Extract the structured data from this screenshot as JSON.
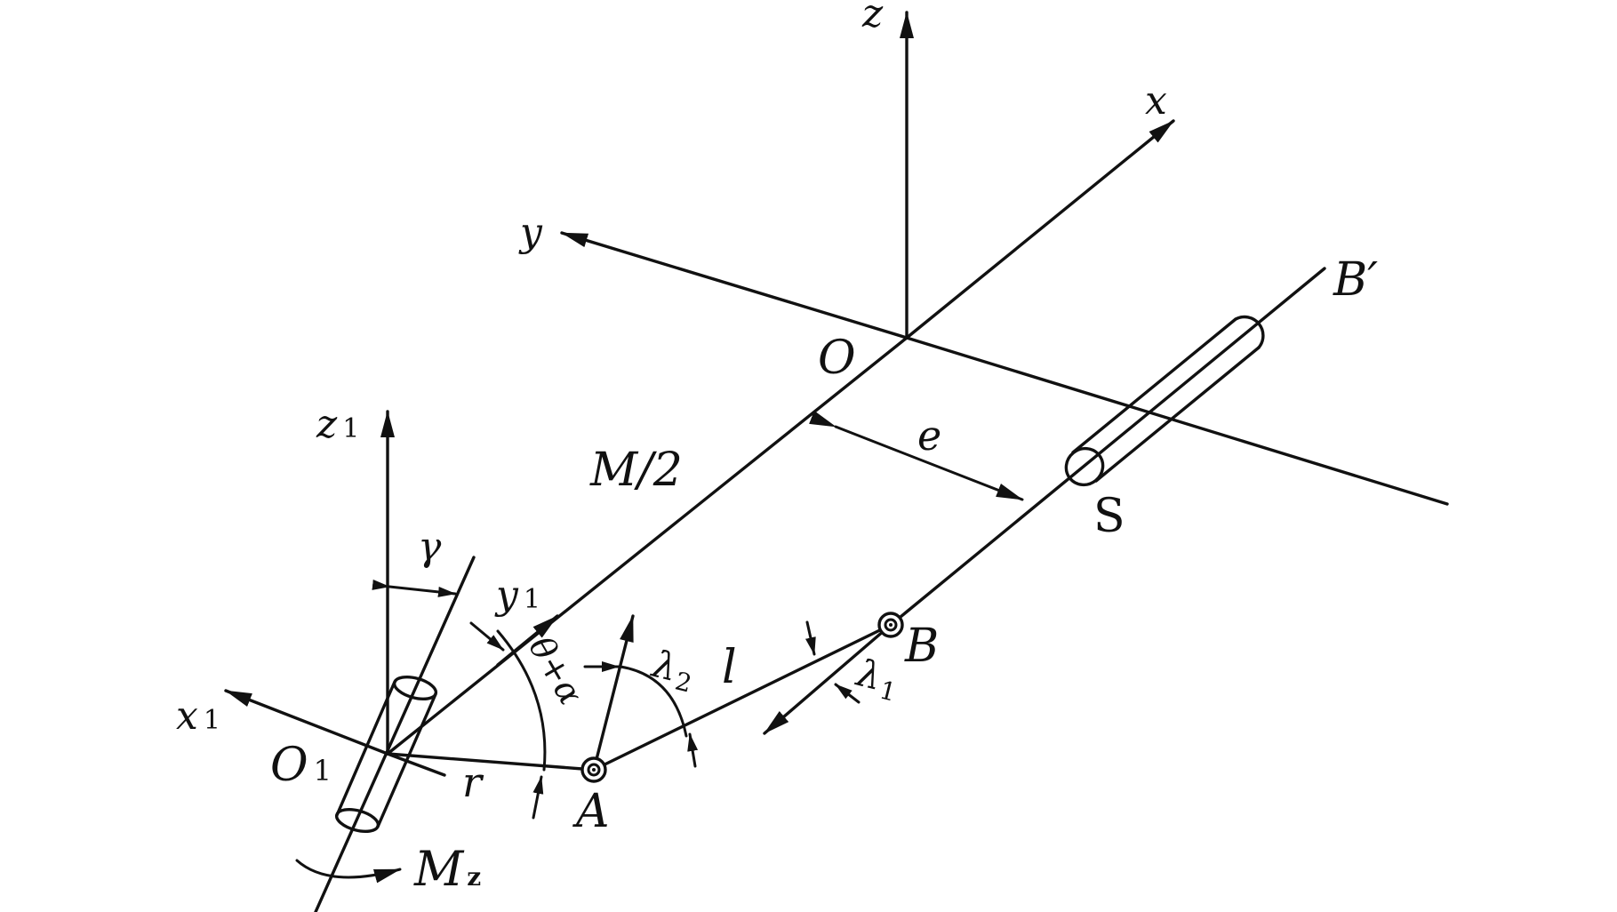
{
  "labels": {
    "z": "z",
    "x": "x",
    "y": "y",
    "O": "O",
    "B_prime": "B′",
    "e": "e",
    "M_half": "M/2",
    "S": "S",
    "z1": "z",
    "z1_sub": "1",
    "gamma": "γ",
    "y1": "y",
    "y1_sub": "1",
    "x1": "x",
    "x1_sub": "1",
    "theta_alpha": "θ+α",
    "lambda2": "λ",
    "lambda2_sub": "2",
    "l": "l",
    "B": "B",
    "lambda1": "λ",
    "lambda1_sub": "1",
    "O1": "O",
    "O1_sub": "1",
    "r": "r",
    "A": "A",
    "Mz": "M",
    "Mz_sub": "z"
  }
}
